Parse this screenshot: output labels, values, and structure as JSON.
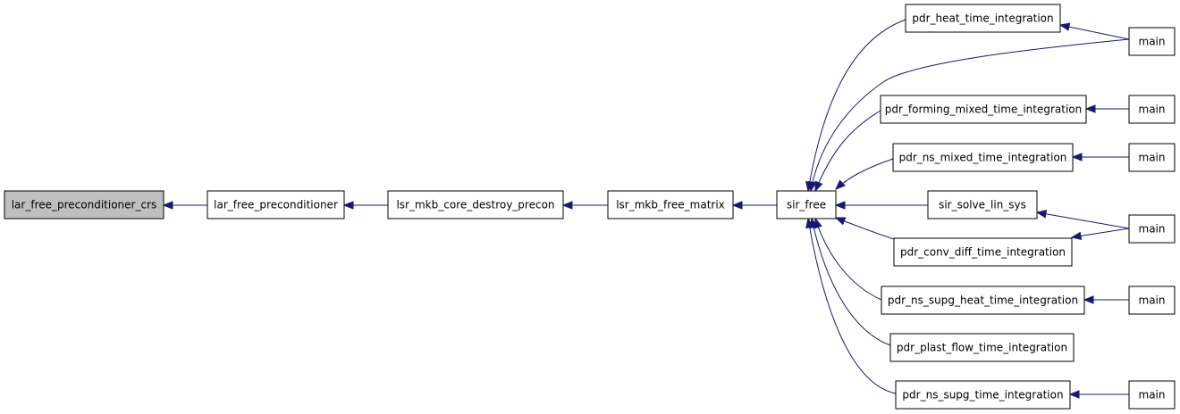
{
  "graph": {
    "nodes": {
      "n_root": "lar_free_preconditioner_crs",
      "n_lfp": "lar_free_preconditioner",
      "n_lsrdp": "lsr_mkb_core_destroy_precon",
      "n_lsrfm": "lsr_mkb_free_matrix",
      "n_sir": "sir_free",
      "n_heat": "pdr_heat_time_integration",
      "n_form": "pdr_forming_mixed_time_integration",
      "n_nsmix": "pdr_ns_mixed_time_integration",
      "n_solve": "sir_solve_lin_sys",
      "n_conv": "pdr_conv_diff_time_integration",
      "n_supgh": "pdr_ns_supg_heat_time_integration",
      "n_plast": "pdr_plast_flow_time_integration",
      "n_supg": "pdr_ns_supg_time_integration",
      "m1": "main",
      "m2": "main",
      "m3": "main",
      "m4": "main",
      "m5": "main",
      "m6": "main"
    },
    "edges": [
      {
        "from": "n_lfp",
        "to": "n_root"
      },
      {
        "from": "n_lsrdp",
        "to": "n_lfp"
      },
      {
        "from": "n_lsrfm",
        "to": "n_lsrdp"
      },
      {
        "from": "n_sir",
        "to": "n_lsrfm"
      },
      {
        "from": "n_heat",
        "to": "n_sir"
      },
      {
        "from": "m1",
        "to": "n_sir"
      },
      {
        "from": "n_form",
        "to": "n_sir"
      },
      {
        "from": "n_nsmix",
        "to": "n_sir"
      },
      {
        "from": "n_solve",
        "to": "n_sir"
      },
      {
        "from": "n_conv",
        "to": "n_sir"
      },
      {
        "from": "n_supgh",
        "to": "n_sir"
      },
      {
        "from": "n_plast",
        "to": "n_sir"
      },
      {
        "from": "n_supg",
        "to": "n_sir"
      },
      {
        "from": "m1",
        "to": "n_heat"
      },
      {
        "from": "m2",
        "to": "n_form"
      },
      {
        "from": "m3",
        "to": "n_nsmix"
      },
      {
        "from": "m4",
        "to": "n_solve"
      },
      {
        "from": "m4",
        "to": "n_conv"
      },
      {
        "from": "m5",
        "to": "n_supgh"
      },
      {
        "from": "m6",
        "to": "n_supg"
      }
    ]
  }
}
